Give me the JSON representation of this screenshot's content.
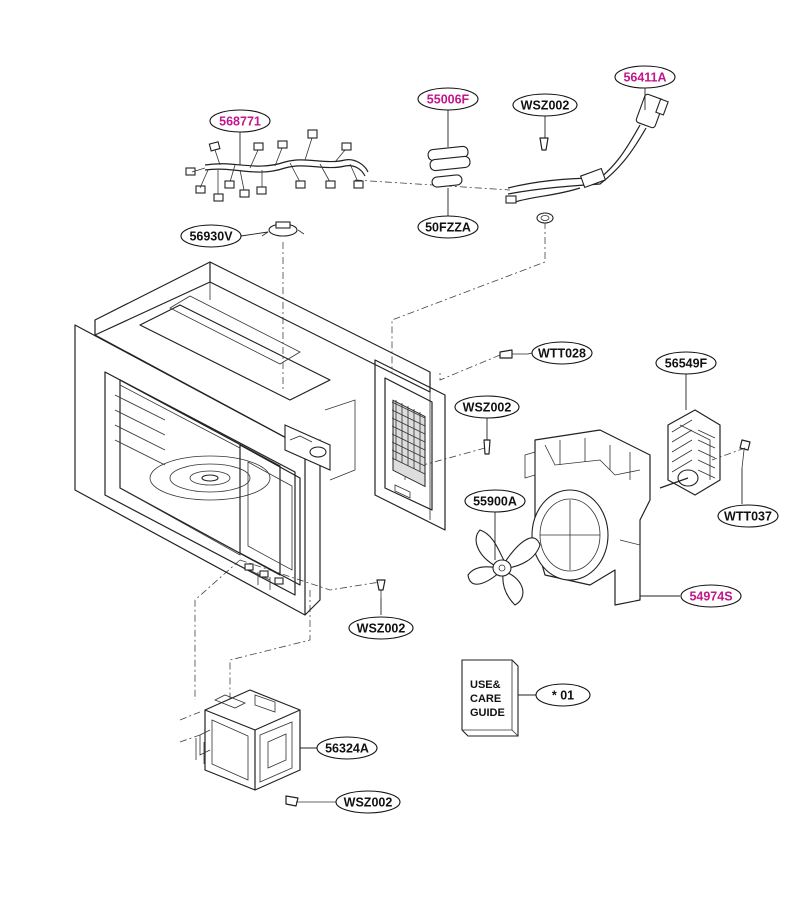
{
  "labels": {
    "p568771": "568771",
    "p55006F": "55006F",
    "pWSZ002_top": "WSZ002",
    "p56411A": "56411A",
    "p56930V": "56930V",
    "p50FZZA": "50FZZA",
    "pWTT028": "WTT028",
    "pWSZ002_mid": "WSZ002",
    "p56549F": "56549F",
    "p55900A": "55900A",
    "pWTT037": "WTT037",
    "p54974S": "54974S",
    "pWSZ002_low": "WSZ002",
    "p01": "* 01",
    "p56324A": "56324A",
    "pWSZ002_bot": "WSZ002"
  },
  "book": {
    "line1": "USE&",
    "line2": "CARE",
    "line3": "GUIDE"
  },
  "colors": {
    "highlight_label": "#c2168a",
    "normal_label": "#111111"
  }
}
